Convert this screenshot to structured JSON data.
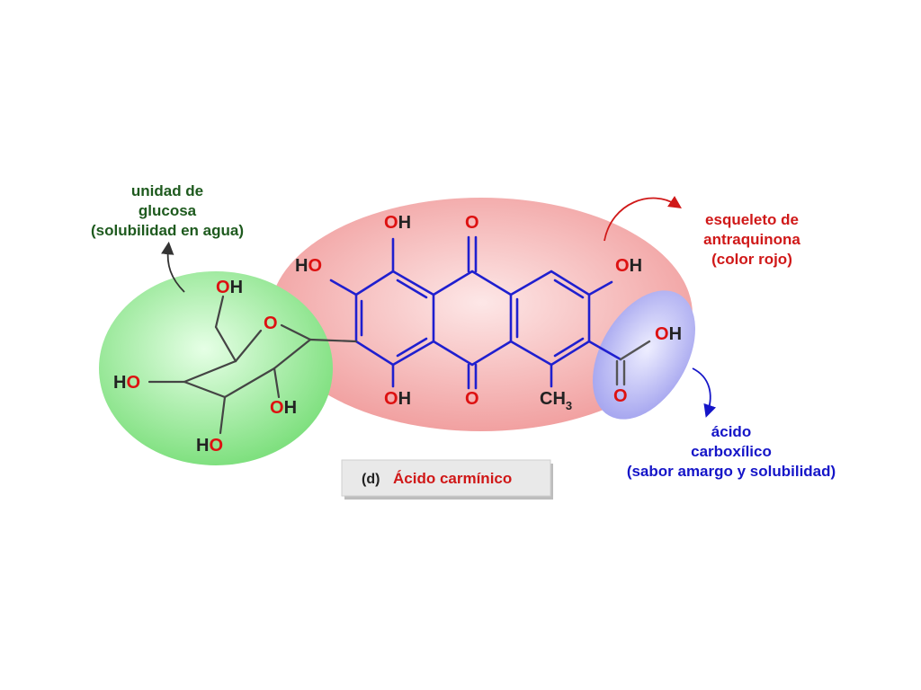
{
  "labels": {
    "glucose": [
      "unidad de",
      "glucosa",
      "(solubilidad en agua)"
    ],
    "anthraquinone": [
      "esqueleto de",
      "antraquinona",
      "(color rojo)"
    ],
    "carboxylic": [
      "ácido",
      "carboxílico",
      "(sabor amargo y solubilidad)"
    ],
    "caption_letter": "(d)",
    "caption_name": "Ácido carmínico"
  },
  "atoms": {
    "oh": "OH",
    "ho": "HO",
    "h": "H",
    "o": "O",
    "ch": "CH",
    "sub3": "3"
  },
  "colors": {
    "glucose_region": "#8ee88e",
    "anthraquinone_region": "#f2a6a6",
    "carboxylic_region": "#a9a9f0",
    "skeleton_bonds": "#1f1fcf",
    "glucose_bonds": "#555555",
    "oxygen": "#dd1111",
    "label_glucose": "#1e5a1e",
    "label_anthraquinone": "#d01818",
    "label_carboxylic": "#1515c8"
  }
}
